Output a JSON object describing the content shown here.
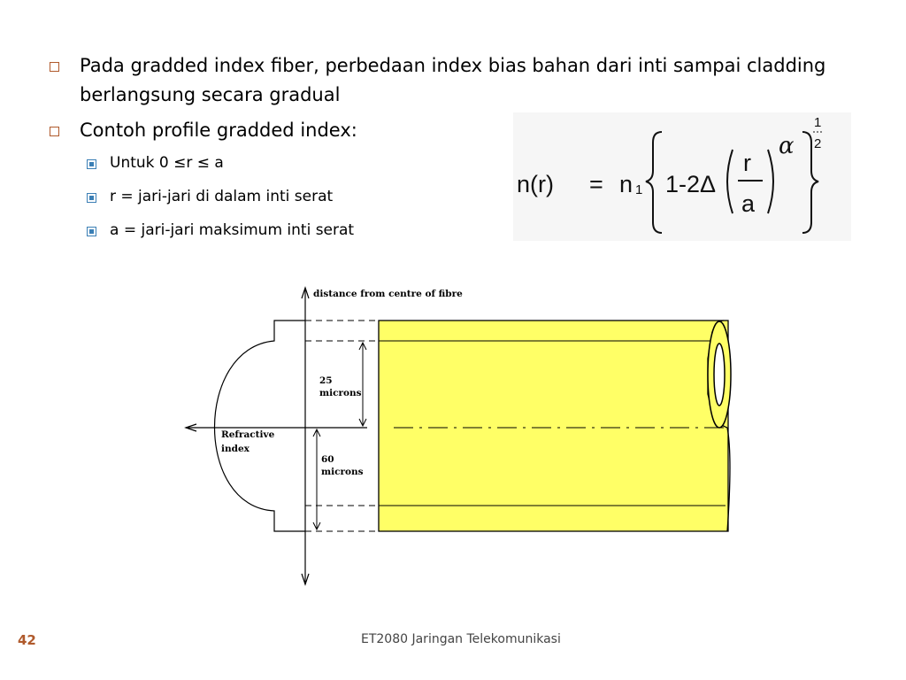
{
  "bullets": {
    "b1": "Pada gradded index fiber, perbedaan index bias bahan dari inti sampai cladding berlangsung secara gradual",
    "b2": "Contoh profile gradded index:",
    "sub": [
      "Untuk 0 ≤r ≤ a",
      "r = jari-jari di dalam inti serat",
      "a = jari-jari maksimum inti serat"
    ]
  },
  "formula": {
    "lhs": "n(r)",
    "eq": "=",
    "n": "n",
    "n_sub": "1",
    "inner": "1-2Δ",
    "num": "r",
    "den": "a",
    "alpha": "α",
    "exp_num": "1",
    "exp_den": "2"
  },
  "diagram": {
    "top_label": "distance from centre of fibre",
    "label_25_a": "25",
    "label_25_b": "microns",
    "label_60_a": "60",
    "label_60_b": "microns",
    "refr_a": "Refractive",
    "refr_b": "index",
    "fiber_color": "#ffff66"
  },
  "footer": {
    "page": "42",
    "title": "ET2080 Jaringan Telekomunikasi"
  }
}
